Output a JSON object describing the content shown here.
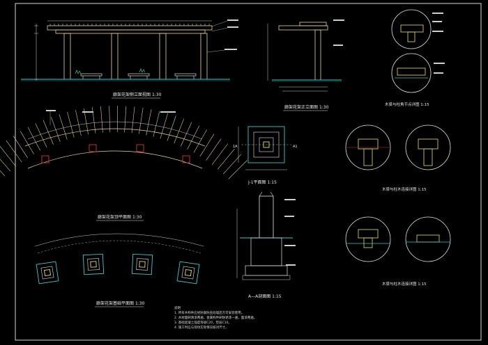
{
  "drawing": {
    "captions": {
      "front_elevation": {
        "title": "廊架花架侧立面视图",
        "scale": "1:30"
      },
      "side_elevation": {
        "title": "廊架花架正立面图",
        "scale": "1:30"
      },
      "detail_top_right": {
        "title": "木梁与柱角节点详图",
        "scale": "1:15"
      },
      "roof_plan": {
        "title": "廊架花架顶平面图",
        "scale": "1:30"
      },
      "column_plan": {
        "title": "J-1平面图",
        "scale": "1:15"
      },
      "detail_mid_right": {
        "title": "木梁与柱木连接详图",
        "scale": "1:15"
      },
      "foundation_plan": {
        "title": "廊架花架基础平面图",
        "scale": "1:30"
      },
      "section_aa": {
        "title": "A—A剖面图",
        "scale": "1:15"
      },
      "detail_bottom_right": {
        "title": "木梁与柱木连接详图",
        "scale": "1:15"
      }
    },
    "section_marks": {
      "left": "1A",
      "right": "A1"
    },
    "notes": {
      "heading": "说明",
      "items": [
        "1. 所有木构件应经防腐防虫处理后方可安装使用。",
        "2. 木材面刷清漆两遍，金属构件刷防锈漆一遍，面漆两遍。",
        "3. 基础混凝土强度等级C20，垫层C10。",
        "4. 施工时应与现场实际情况核对尺寸。"
      ]
    },
    "colors": {
      "background": "#000000",
      "line": "#e6e6e6",
      "wood": "#d9d28a",
      "column": "#e8d9a0",
      "accent_red": "#d23a3a",
      "ground": "#3ec9c9",
      "dimension": "#d0d0d0",
      "detail_yellow": "#e8e060"
    }
  }
}
